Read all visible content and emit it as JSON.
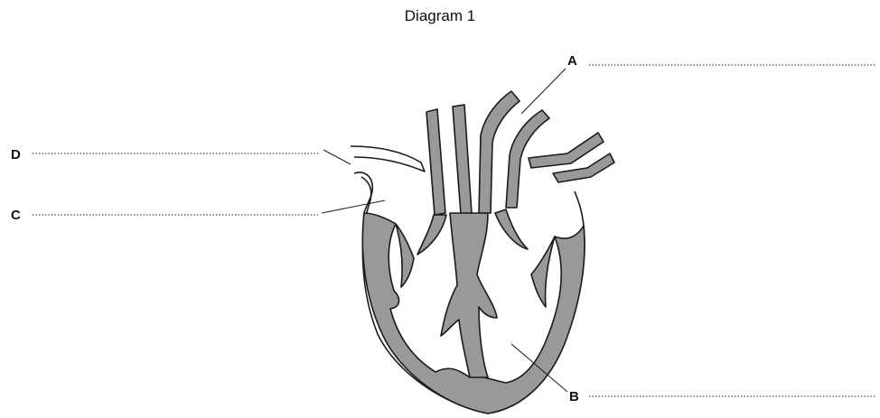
{
  "title": "Diagram 1",
  "labels": {
    "a": "A",
    "b": "B",
    "c": "C",
    "d": "D"
  },
  "colors": {
    "muscle": "#999999",
    "outline": "#1a1a1a",
    "background": "#ffffff"
  }
}
